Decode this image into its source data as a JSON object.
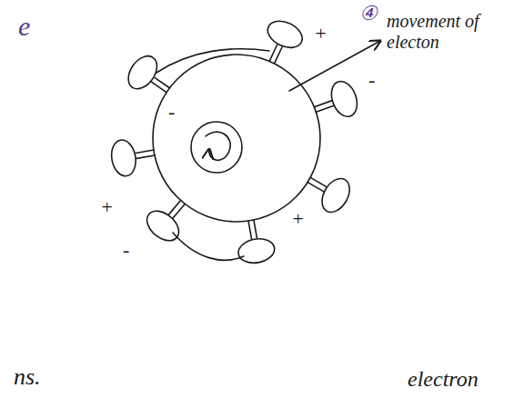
{
  "diagram": {
    "labels": [
      "e",
      "④",
      "movement of electon",
      "+",
      "-",
      "-",
      "+",
      "+",
      "-",
      "ns.",
      "electron"
    ]
  }
}
